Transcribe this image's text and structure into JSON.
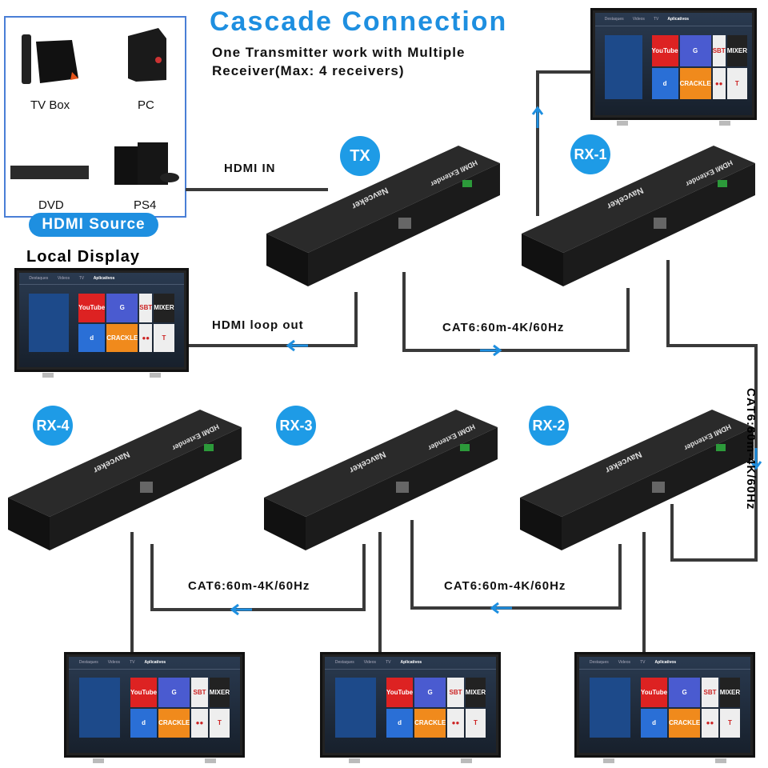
{
  "title": "Cascade Connection",
  "subtitle": [
    "One Transmitter work with  Multiple",
    "Receiver(Max: 4 receivers)"
  ],
  "source": {
    "items": [
      "TV Box",
      "PC",
      "DVD",
      "PS4"
    ],
    "label": "HDMI Source"
  },
  "badges": {
    "tx": "TX",
    "rx1": "RX-1",
    "rx2": "RX-2",
    "rx3": "RX-3",
    "rx4": "RX-4"
  },
  "labels": {
    "hdmi_in": "HDMI IN",
    "loop_out": "HDMI loop out",
    "local_display": "Local Display",
    "cat6_top": "CAT6:60m-4K/60Hz",
    "cat6_right": "CAT6:60m-4K/60Hz",
    "cat6_bottom_left": "CAT6:60m-4K/60Hz",
    "cat6_bottom_mid": "CAT6:60m-4K/60Hz"
  },
  "device": {
    "brand": "Navceker",
    "model": "HDMI Extender"
  },
  "tv": {
    "tabs": [
      "Destaques",
      "Videos",
      "TV",
      "Aplicativos"
    ],
    "active": 3,
    "apps": [
      {
        "name": "YouTube",
        "color": "#d22"
      },
      {
        "name": "G",
        "color": "#4a5bd0"
      },
      {
        "name": "SBT",
        "color": "#eee"
      },
      {
        "name": "MIXER",
        "color": "#222"
      },
      {
        "name": "d",
        "color": "#2a6fd6"
      },
      {
        "name": "CRACKLE",
        "color": "#f08a1c"
      },
      {
        "name": "●●",
        "color": "#eee"
      },
      {
        "name": "T",
        "color": "#eee"
      }
    ]
  },
  "colors": {
    "accent": "#1e8fe0",
    "cable": "#333333",
    "device": "#1b1b1b"
  }
}
